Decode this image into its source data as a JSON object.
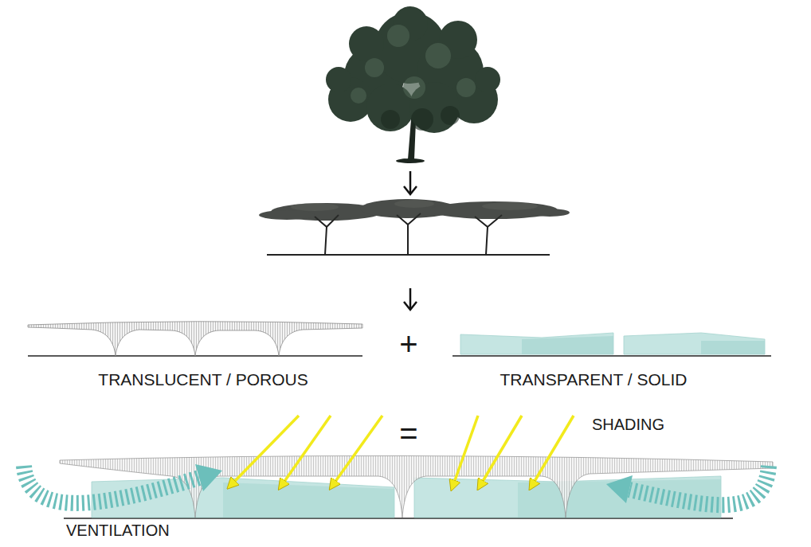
{
  "diagram": {
    "labels": [
      "+",
      "TRANSLUCENT / POROUS",
      "TRANSPARENT / SOLID",
      "=",
      "SHADING",
      "VENTILATION"
    ]
  }
}
